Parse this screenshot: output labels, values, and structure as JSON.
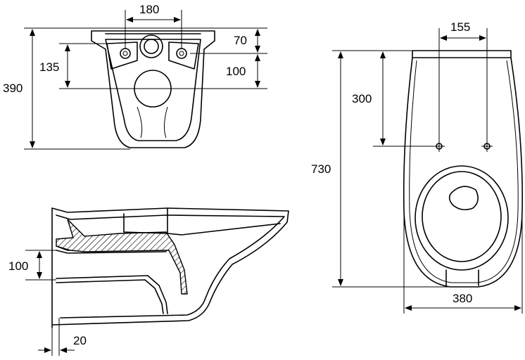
{
  "dimensions": {
    "top_width": "180",
    "top_height_70": "70",
    "top_left_135": "135",
    "top_right_100": "100",
    "top_total_390": "390",
    "front_width_155": "155",
    "front_height_300": "300",
    "front_total_730": "730",
    "front_bottom_380": "380",
    "side_height_100": "100",
    "side_width_20": "20"
  },
  "colors": {
    "line": "#000000",
    "background": "#ffffff"
  }
}
